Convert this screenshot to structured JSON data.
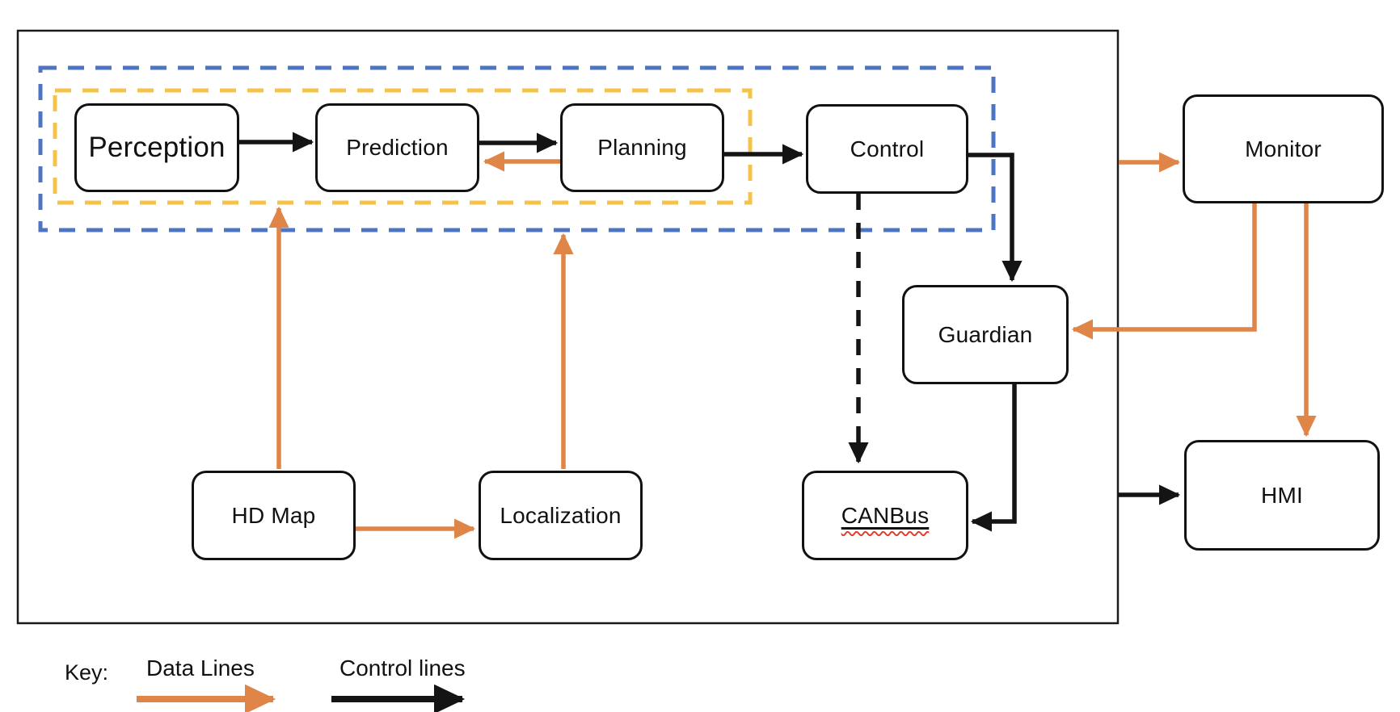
{
  "modules": {
    "perception": "Perception",
    "prediction": "Prediction",
    "planning": "Planning",
    "control": "Control",
    "monitor": "Monitor",
    "guardian": "Guardian",
    "canbus": "CANBus",
    "hd_map": "HD Map",
    "localization": "Localization",
    "hmi": "HMI"
  },
  "key": {
    "label": "Key:",
    "data_lines_label": "Data Lines",
    "control_lines_label": "Control lines"
  },
  "colors": {
    "data_line_orange": "#E08548",
    "control_line_black": "#141414",
    "inner_dashed_group_yellow": "#F6C34A",
    "outer_dashed_group_blue": "#4E74C2",
    "canbus_spellcheck_red": "#E0402F",
    "box_border_black": "#111111",
    "background_white": "#FFFFFF"
  }
}
